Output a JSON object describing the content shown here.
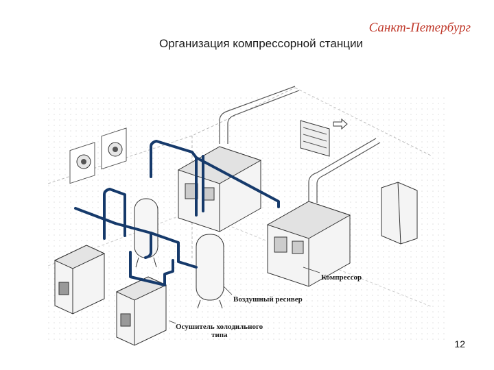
{
  "header": {
    "city": "Санкт-Петербург",
    "title": "Организация компрессорной станции"
  },
  "diagram": {
    "labels": {
      "compressor": "Компрессор",
      "air_receiver": "Воздушный ресивер",
      "dryer_line1": "Осушитель холодильного",
      "dryer_line2": "типа"
    },
    "colors": {
      "pipe": "#163a6b",
      "line": "#333333",
      "grid": "#d6d6d6"
    }
  },
  "footer": {
    "page_number": "12"
  }
}
